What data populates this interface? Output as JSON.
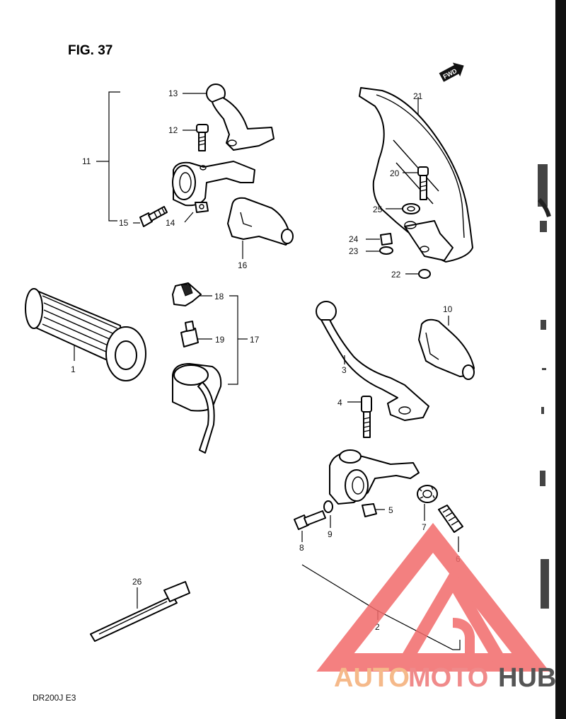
{
  "figure_title": "FIG. 37",
  "model_code": "DR200J  E3",
  "fwd_arrow": "FWD",
  "part_labels": {
    "p1": "1",
    "p2": "2",
    "p3": "3",
    "p4": "4",
    "p5": "5",
    "p6": "6",
    "p7": "7",
    "p8": "8",
    "p9": "9",
    "p10": "10",
    "p11": "11",
    "p12": "12",
    "p13": "13",
    "p14": "14",
    "p15": "15",
    "p16": "16",
    "p17": "17",
    "p18": "18",
    "p19": "19",
    "p20": "20",
    "p21": "21",
    "p22": "22",
    "p23": "23",
    "p24": "24",
    "p25": "25",
    "p26": "26"
  },
  "watermark": {
    "part1": "AUTO",
    "part2": "MOTO",
    "part3": "HUB",
    "colors": {
      "triangle": "#f26a6a",
      "auto": "#f5b98a",
      "moto": "#f08a8a",
      "hub": "#555555"
    }
  }
}
